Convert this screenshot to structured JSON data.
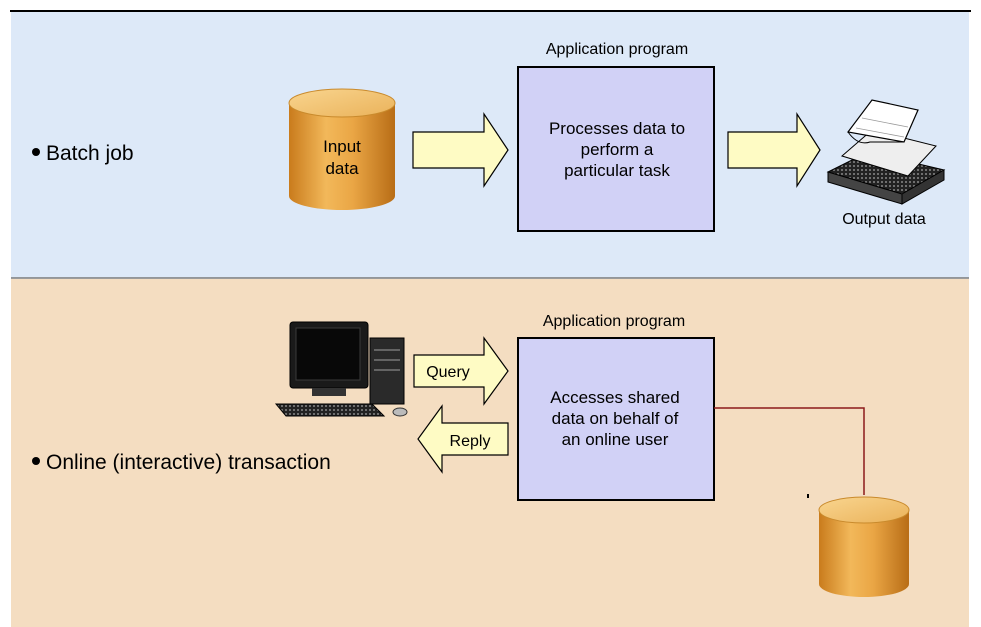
{
  "colors": {
    "batch_panel": "#dde9f8",
    "online_panel": "#f4ddc1",
    "program_box": "#d1d1f6",
    "arrow_fill": "#fefbc4",
    "cylinder": "#e8a544",
    "connector_line": "#8b1a1a"
  },
  "batch": {
    "label": "Batch job",
    "input_label_line1": "Input",
    "input_label_line2": "data",
    "program_title": "Application program",
    "program_text": [
      "Processes data to",
      "perform a",
      "particular task"
    ],
    "output_label": "Output data",
    "icons": [
      "database-cylinder-icon",
      "arrow-right-icon",
      "printer-output-icon"
    ]
  },
  "online": {
    "label": "Online (interactive) transaction",
    "query_label": "Query",
    "reply_label": "Reply",
    "program_title": "Application program",
    "program_text": [
      "Accesses shared",
      "data on behalf of",
      "an online user"
    ],
    "icons": [
      "desktop-computer-icon",
      "arrow-right-icon",
      "arrow-left-icon",
      "database-cylinder-icon"
    ]
  }
}
